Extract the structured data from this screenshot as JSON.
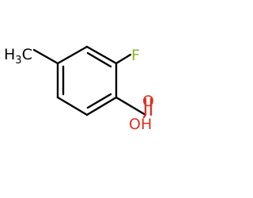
{
  "molecule": {
    "atoms": {
      "methyl": {
        "text": "H",
        "sub": "3",
        "rest": "C"
      },
      "fluorine": {
        "text": "F"
      },
      "carbonyl_oxygen": {
        "text": "O"
      },
      "hydroxyl": {
        "text": "OH"
      }
    }
  },
  "colors": {
    "carbon": "#000000",
    "fluorine": "#8db52b",
    "oxygen": "#e0301e"
  }
}
